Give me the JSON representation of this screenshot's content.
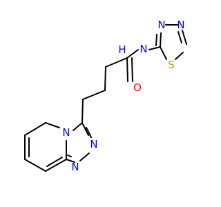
{
  "molecule": {
    "atom_labels": {
      "n_amide": "N",
      "h_amide": "H",
      "o_carbonyl": "O",
      "n_td_ring_a": "N",
      "n_td_ring_b": "N",
      "s_td_ring": "S",
      "n_bridge": "N",
      "n_triazole_a": "N",
      "n_triazole_b": "N"
    }
  },
  "colors": {
    "bond": "#000000",
    "nitrogen": "#0000ff",
    "oxygen": "#ff0000",
    "sulfur": "#b8a300",
    "carbon": "#000000"
  }
}
